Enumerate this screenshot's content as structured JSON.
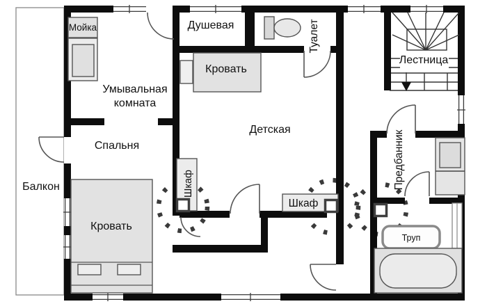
{
  "labels": {
    "moyka": "Мойка",
    "dushevaya": "Душевая",
    "tualet": "Туалет",
    "lestnitsa": "Лестница",
    "umyvalnaya_line1": "Умывальная",
    "umyvalnaya_line2": "комната",
    "krovat_guest": "Кровать",
    "detskaya": "Детская",
    "spalnya": "Спальня",
    "balkon": "Балкон",
    "krovat_spalnya": "Кровать",
    "shkaf_vertical": "Шкаф",
    "shkaf_horizontal": "Шкаф",
    "predbannik": "Предбанник",
    "trup": "Труп"
  },
  "colors": {
    "wall": "#0d0d0d",
    "fixture_fill": "#e3e3e3",
    "fixture_border": "#555555",
    "door_arc": "#555555",
    "sensor_border": "#3f3f3f",
    "sensor_dots": "#3a3a3a",
    "text": "#111111",
    "background": "#ffffff"
  }
}
